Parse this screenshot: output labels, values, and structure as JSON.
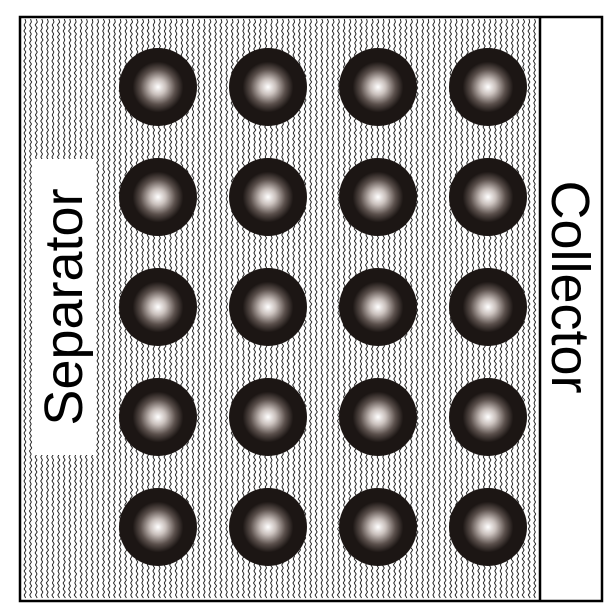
{
  "labels": {
    "separator": "Separator",
    "collector": "Collector"
  },
  "particles": {
    "rows": 5,
    "cols": 4
  },
  "colors": {
    "background": "#ffffff",
    "frame": "#000000",
    "fiber": "#1a1a1a",
    "particle_dark": "#1c1614",
    "particle_highlight": "#ffffff"
  }
}
